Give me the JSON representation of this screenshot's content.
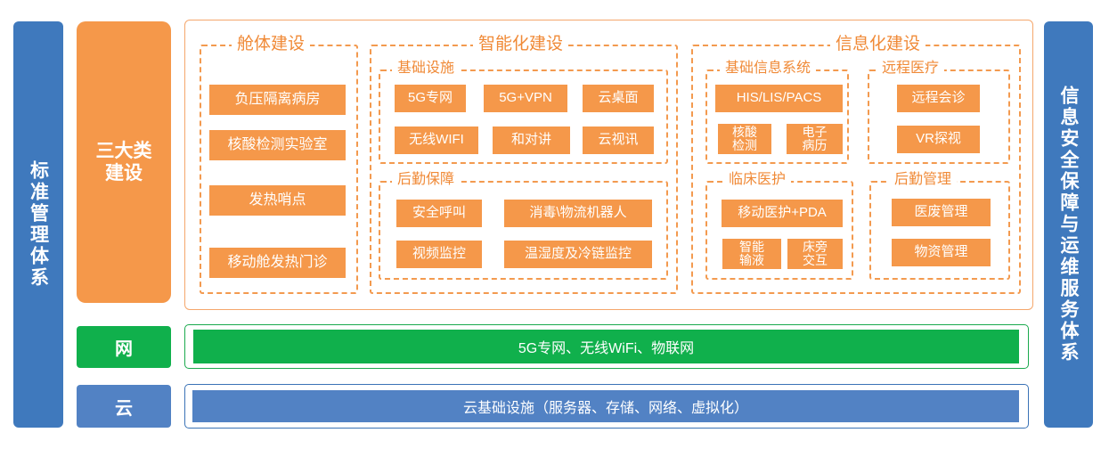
{
  "left_pillar": "标准管理体系",
  "right_pillar": "信息安全保障与运维服务体系",
  "labels": {
    "construction": "三大类\n建设",
    "network": "网",
    "cloud": "云"
  },
  "cabin": {
    "title": "舱体建设",
    "items": [
      "负压隔离病房",
      "核酸检测实验室",
      "发热哨点",
      "移动舱发热门诊"
    ]
  },
  "smart": {
    "title": "智能化建设",
    "infra": {
      "title": "基础设施",
      "items": [
        "5G专网",
        "5G+VPN",
        "云桌面",
        "无线WIFI",
        "和对讲",
        "云视讯"
      ]
    },
    "logistics": {
      "title": "后勤保障",
      "items": [
        "安全呼叫",
        "消毒\\物流机器人",
        "视频监控",
        "温湿度及冷链监控"
      ]
    }
  },
  "info": {
    "title": "信息化建设",
    "basic": {
      "title": "基础信息系统",
      "items": [
        "HIS/LIS/PACS",
        "核酸\n检测",
        "电子\n病历"
      ]
    },
    "remote": {
      "title": "远程医疗",
      "items": [
        "远程会诊",
        "VR探视"
      ]
    },
    "clinical": {
      "title": "临床医护",
      "items": [
        "移动医护+PDA",
        "智能\n输液",
        "床旁\n交互"
      ]
    },
    "logistics": {
      "title": "后勤管理",
      "items": [
        "医废管理",
        "物资管理"
      ]
    }
  },
  "network_bar": "5G专网、无线WiFi、物联网",
  "cloud_bar": "云基础设施（服务器、存储、网络、虚拟化）",
  "colors": {
    "blue": "#3f79bd",
    "orange": "#f5984a",
    "orange_line": "#f39a4f",
    "green": "#10b04c",
    "cloud_blue": "#5282c4"
  }
}
